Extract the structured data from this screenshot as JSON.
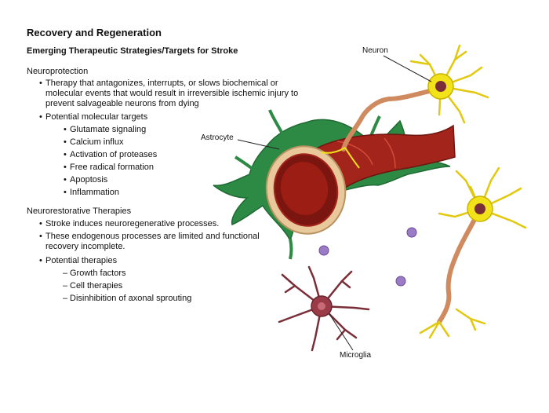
{
  "title": "Recovery and Regeneration",
  "subtitle": "Emerging Therapeutic Strategies/Targets for Stroke",
  "neuroprotection": {
    "heading": "Neuroprotection",
    "description_lines": [
      "Therapy that antagonizes, interrupts, or slows biochemical or",
      "molecular events that would result in irreversible ischemic injury to",
      "prevent salvageable neurons from dying"
    ],
    "targets_heading": "Potential molecular targets",
    "targets": [
      "Glutamate signaling",
      "Calcium influx",
      "Activation of proteases",
      "Free radical formation",
      "Apoptosis",
      "Inflammation"
    ]
  },
  "neurorestorative": {
    "heading": "Neurorestorative Therapies",
    "point1": "Stroke induces neuroregenerative processes.",
    "point2_lines": [
      "These endogenous processes are limited and functional",
      "recovery incomplete."
    ],
    "therapies_heading": "Potential therapies",
    "therapies": [
      "Growth factors",
      "Cell therapies",
      "Disinhibition of axonal sprouting"
    ]
  },
  "labels": {
    "neuron": "Neuron",
    "astrocyte": "Astrocyte",
    "microglia": "Microglia"
  },
  "colors": {
    "vessel_red": "#a3241b",
    "astrocyte_green": "#2d8a45",
    "neuron_yellow": "#f2e21a",
    "axon_orange": "#d08a5f",
    "microglia_maroon": "#7a2e38"
  }
}
